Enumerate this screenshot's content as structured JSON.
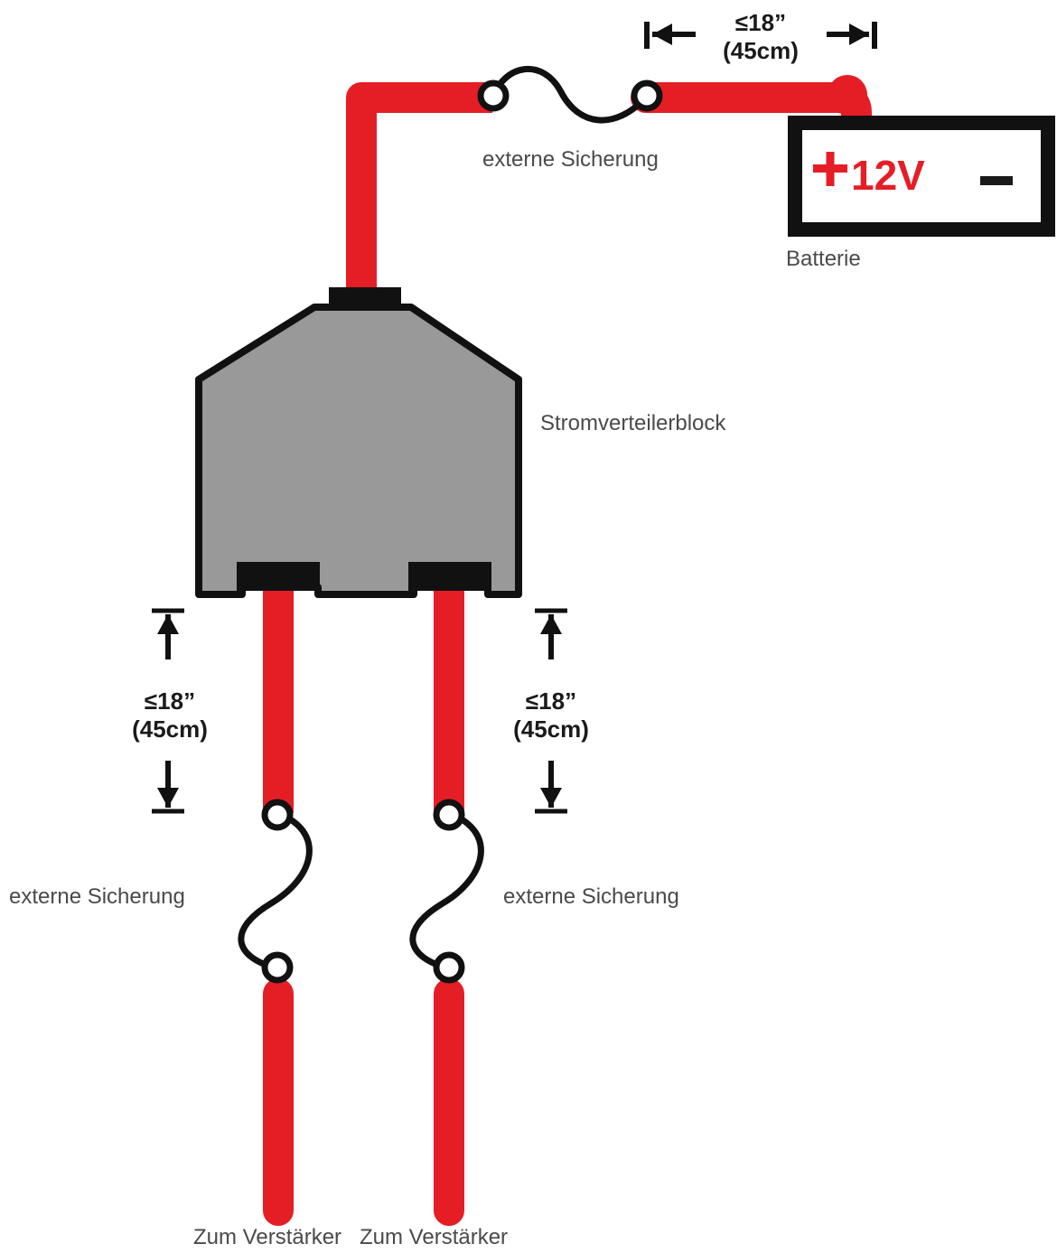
{
  "labels": {
    "fuse_top": "externe Sicherung",
    "fuse_left": "externe Sicherung",
    "fuse_right": "externe Sicherung",
    "battery": "Batterie",
    "distribution_block": "Stromverteilerblock",
    "amp_left": "Zum Verstärker",
    "amp_right": "Zum Verstärker"
  },
  "dimensions": {
    "top": {
      "inches": "≤18”",
      "cm": "(45cm)"
    },
    "left": {
      "inches": "≤18”",
      "cm": "(45cm)"
    },
    "right": {
      "inches": "≤18”",
      "cm": "(45cm)"
    }
  },
  "battery": {
    "positive_symbol": "+",
    "voltage": "12V",
    "negative_symbol": "–"
  },
  "colors": {
    "cable": "#e51e26",
    "outline": "#111111",
    "block_fill": "#999999"
  }
}
